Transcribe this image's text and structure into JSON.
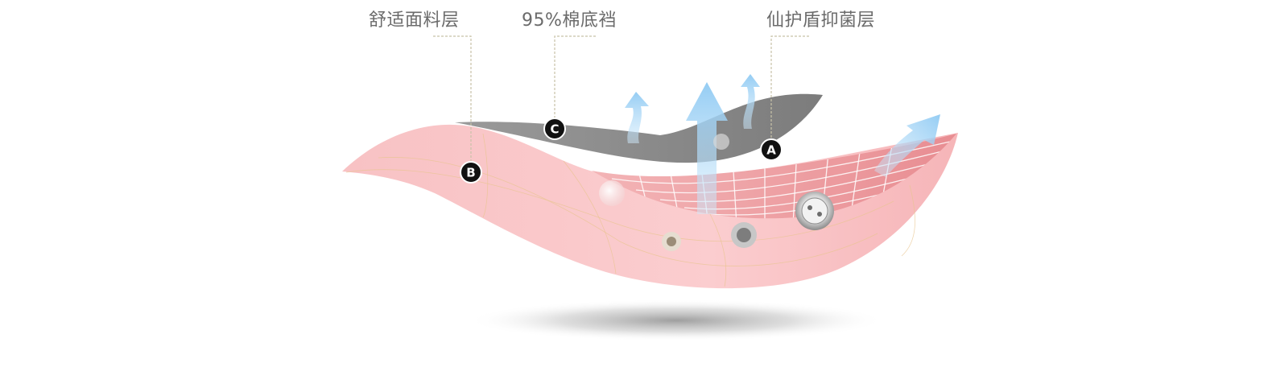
{
  "labels": {
    "comfort_layer": "舒适面料层",
    "cotton_crotch": "95%棉底裆",
    "antibacterial_layer": "仙护盾抑菌层"
  },
  "markers": {
    "a": "A",
    "b": "B",
    "c": "C"
  },
  "colors": {
    "pink_fabric": "#f9c3c5",
    "pink_inner": "#ee9ea2",
    "gray_fabric": "#888888",
    "arrow_blue": "#a9d8f7",
    "leader_line": "#c8c2a8",
    "label_text": "#6b6b6b"
  }
}
